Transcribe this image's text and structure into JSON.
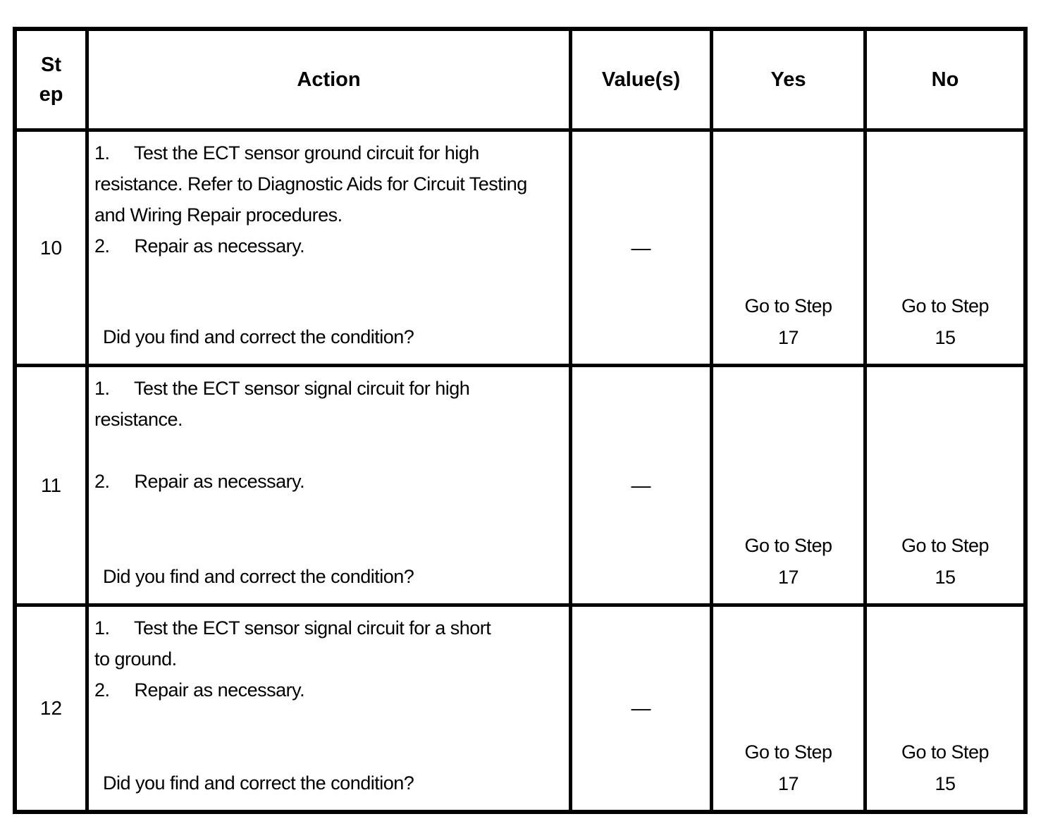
{
  "table": {
    "header": {
      "step_line1": "St",
      "step_line2": "ep",
      "action": "Action",
      "values": "Value(s)",
      "yes": "Yes",
      "no": "No"
    },
    "rows": [
      {
        "step": "10",
        "action_lines": [
          "1.     Test the ECT sensor ground circuit for high",
          "resistance. Refer to Diagnostic Aids for Circuit Testing",
          "and Wiring Repair procedures.",
          "2.     Repair as necessary."
        ],
        "question": "Did you find and correct the condition?",
        "value": "—",
        "yes_action": "Go to Step",
        "yes_step": "17",
        "no_action": "Go to Step",
        "no_step": "15"
      },
      {
        "step": "11",
        "action_lines": [
          "1.     Test the ECT sensor signal circuit for high",
          "resistance.",
          "",
          "2.     Repair as necessary."
        ],
        "question": "Did you find and correct the condition?",
        "value": "—",
        "yes_action": "Go to Step",
        "yes_step": "17",
        "no_action": "Go to Step",
        "no_step": "15"
      },
      {
        "step": "12",
        "action_lines": [
          "1.     Test the ECT sensor signal circuit for a short",
          "to ground.",
          "2.     Repair as necessary."
        ],
        "question": "Did you find and correct the condition?",
        "value": "—",
        "yes_action": "Go to Step",
        "yes_step": "17",
        "no_action": "Go to Step",
        "no_step": "15"
      }
    ]
  }
}
